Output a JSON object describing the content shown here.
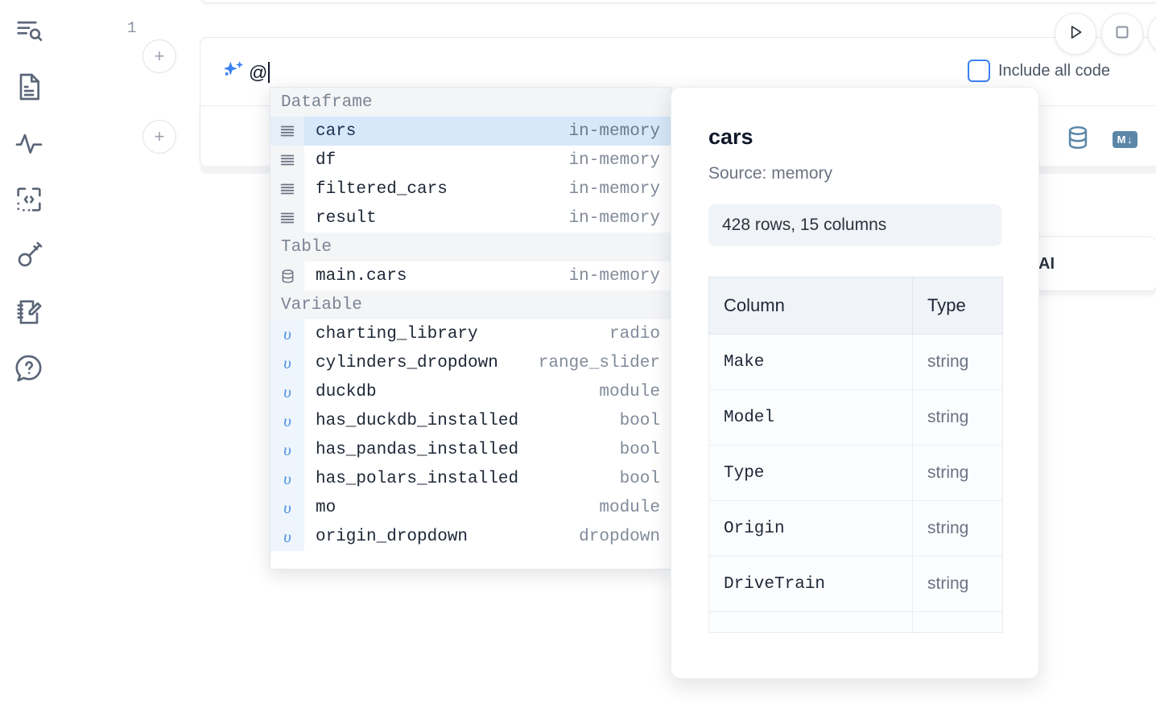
{
  "sidebar": {
    "items": [
      {
        "name": "explore-search-icon",
        "icon": "list-search-icon"
      },
      {
        "name": "document-icon",
        "icon": "file-text-icon"
      },
      {
        "name": "activity-icon",
        "icon": "pulse-icon"
      },
      {
        "name": "code-snippet-icon",
        "icon": "code-brackets-icon"
      },
      {
        "name": "secrets-icon",
        "icon": "key-icon"
      },
      {
        "name": "scratchpad-icon",
        "icon": "notebook-pencil-icon"
      },
      {
        "name": "help-icon",
        "icon": "question-chat-icon"
      }
    ]
  },
  "toolbar": {
    "run_label": "Run",
    "stop_label": "Interrupt",
    "more_label": "More",
    "include_all_code_label": "Include all code",
    "accent_color": "#3b82f6"
  },
  "cell": {
    "ai_prompt_value": "@",
    "line_number": "1",
    "database_icon": "database-icon",
    "markdown_badge": "M",
    "markdown_badge_arrow": "↓"
  },
  "ai_card": {
    "label": "h AI"
  },
  "autocomplete": {
    "groups": [
      {
        "label": "Dataframe",
        "items": [
          {
            "icon": "dataframe-icon",
            "name": "cars",
            "type": "in-memory",
            "selected": true
          },
          {
            "icon": "dataframe-icon",
            "name": "df",
            "type": "in-memory",
            "selected": false
          },
          {
            "icon": "dataframe-icon",
            "name": "filtered_cars",
            "type": "in-memory",
            "selected": false
          },
          {
            "icon": "dataframe-icon",
            "name": "result",
            "type": "in-memory",
            "selected": false
          }
        ]
      },
      {
        "label": "Table",
        "items": [
          {
            "icon": "table-icon",
            "name": "main.cars",
            "type": "in-memory",
            "selected": false
          }
        ]
      },
      {
        "label": "Variable",
        "items": [
          {
            "icon": "variable-icon",
            "name": "charting_library",
            "type": "radio",
            "selected": false
          },
          {
            "icon": "variable-icon",
            "name": "cylinders_dropdown",
            "type": "range_slider",
            "selected": false
          },
          {
            "icon": "variable-icon",
            "name": "duckdb",
            "type": "module",
            "selected": false
          },
          {
            "icon": "variable-icon",
            "name": "has_duckdb_installed",
            "type": "bool",
            "selected": false
          },
          {
            "icon": "variable-icon",
            "name": "has_pandas_installed",
            "type": "bool",
            "selected": false
          },
          {
            "icon": "variable-icon",
            "name": "has_polars_installed",
            "type": "bool",
            "selected": false
          },
          {
            "icon": "variable-icon",
            "name": "mo",
            "type": "module",
            "selected": false
          },
          {
            "icon": "variable-icon",
            "name": "origin_dropdown",
            "type": "dropdown",
            "selected": false
          }
        ]
      }
    ]
  },
  "preview": {
    "title": "cars",
    "source": "Source: memory",
    "stats": "428 rows, 15 columns",
    "columns_header": "Column",
    "type_header": "Type",
    "rows": [
      {
        "column": "Make",
        "type": "string"
      },
      {
        "column": "Model",
        "type": "string"
      },
      {
        "column": "Type",
        "type": "string"
      },
      {
        "column": "Origin",
        "type": "string"
      },
      {
        "column": "DriveTrain",
        "type": "string"
      }
    ]
  }
}
